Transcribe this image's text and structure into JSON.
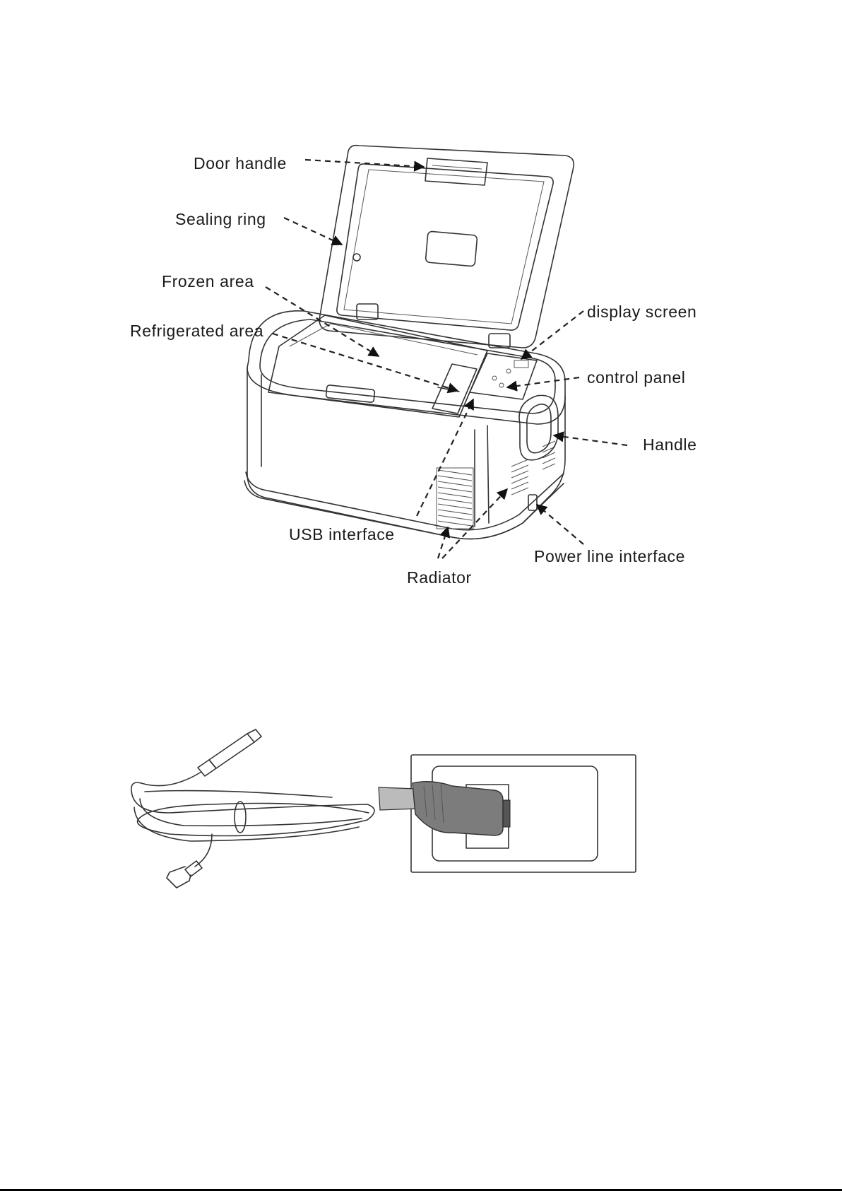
{
  "figure1": {
    "labels": {
      "door_handle": "Door handle",
      "sealing_ring": "Sealing ring",
      "frozen_area": "Frozen area",
      "refrigerated_area": "Refrigerated area",
      "display_screen": "display screen",
      "control_panel": "control panel",
      "handle": "Handle",
      "usb_interface": "USB interface",
      "radiator": "Radiator",
      "power_line_interface": "Power line interface"
    }
  }
}
